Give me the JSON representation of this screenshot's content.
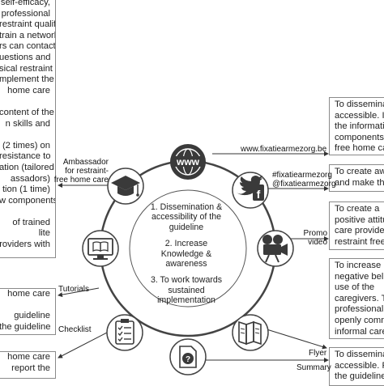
{
  "left_boxes": [
    {
      "name": "left-box-1",
      "lines": [
        "self-efficacy,",
        "professional",
        "restraint qualified",
        "train a network of",
        "rs can contact",
        "uestions and",
        "sical restraint",
        "mplement the",
        "home care",
        "",
        "content of the",
        "n skills and",
        "",
        "(2 times) on",
        "resistance to",
        "ation (tailored",
        "assadors)",
        "tion (1 time)",
        "w components",
        "",
        "of trained",
        "lite",
        "roviders with"
      ]
    },
    {
      "name": "left-box-2",
      "lines": [
        "home care",
        "",
        "guideline",
        "the guideline"
      ]
    },
    {
      "name": "left-box-3",
      "lines": [
        "home care",
        "report the"
      ]
    }
  ],
  "right_boxes": [
    {
      "name": "right-box-1",
      "lines": [
        "To disseminate",
        "accessible. It i",
        "the informatio",
        "components r",
        "free home car"
      ]
    },
    {
      "name": "right-box-2",
      "lines": [
        "To create aw",
        "and make the"
      ]
    },
    {
      "name": "right-box-3",
      "lines": [
        "To create a",
        "positive attitu",
        "care provide",
        "restraint free"
      ]
    },
    {
      "name": "right-box-4",
      "lines": [
        "To increase",
        "negative beli",
        "use of the",
        "caregivers. T",
        "professional h",
        "openly comm",
        "informal careg"
      ]
    },
    {
      "name": "right-box-5",
      "lines": [
        "To disseminat",
        "accessible. Fo",
        "the guideline"
      ]
    }
  ],
  "labels": {
    "ambassador": [
      "Ambassador",
      "for restraint-",
      "free home care"
    ],
    "website": "www.fixatiearmezorg.be",
    "social": [
      "#fixatiearmezorg",
      "@fixatiearmezorg"
    ],
    "promo": [
      "Promo",
      "video"
    ],
    "tutorials": "Tutorials",
    "checklist": "Checklist",
    "flyer": "Flyer",
    "summary": "Summary"
  },
  "center": {
    "items": [
      [
        "1. Dissemination &",
        "accessibility of the",
        "guideline"
      ],
      [
        "2. Increase Knowledge &",
        "awareness"
      ],
      [
        "3. To work towards",
        "sustained",
        "implementation"
      ]
    ]
  },
  "icons": {
    "website": "www-globe-icon",
    "social": "twitter-facebook-icon",
    "video": "film-camera-icon",
    "flyer": "folded-flyer-icon",
    "summary": "document-question-icon",
    "checklist": "clipboard-checklist-icon",
    "tutorials": "monitor-book-icon",
    "ambassador": "graduation-cap-icon"
  },
  "colors": {
    "icon_dark": "#3a3a3a",
    "ring": "#444444",
    "border": "#8a8a8a"
  }
}
